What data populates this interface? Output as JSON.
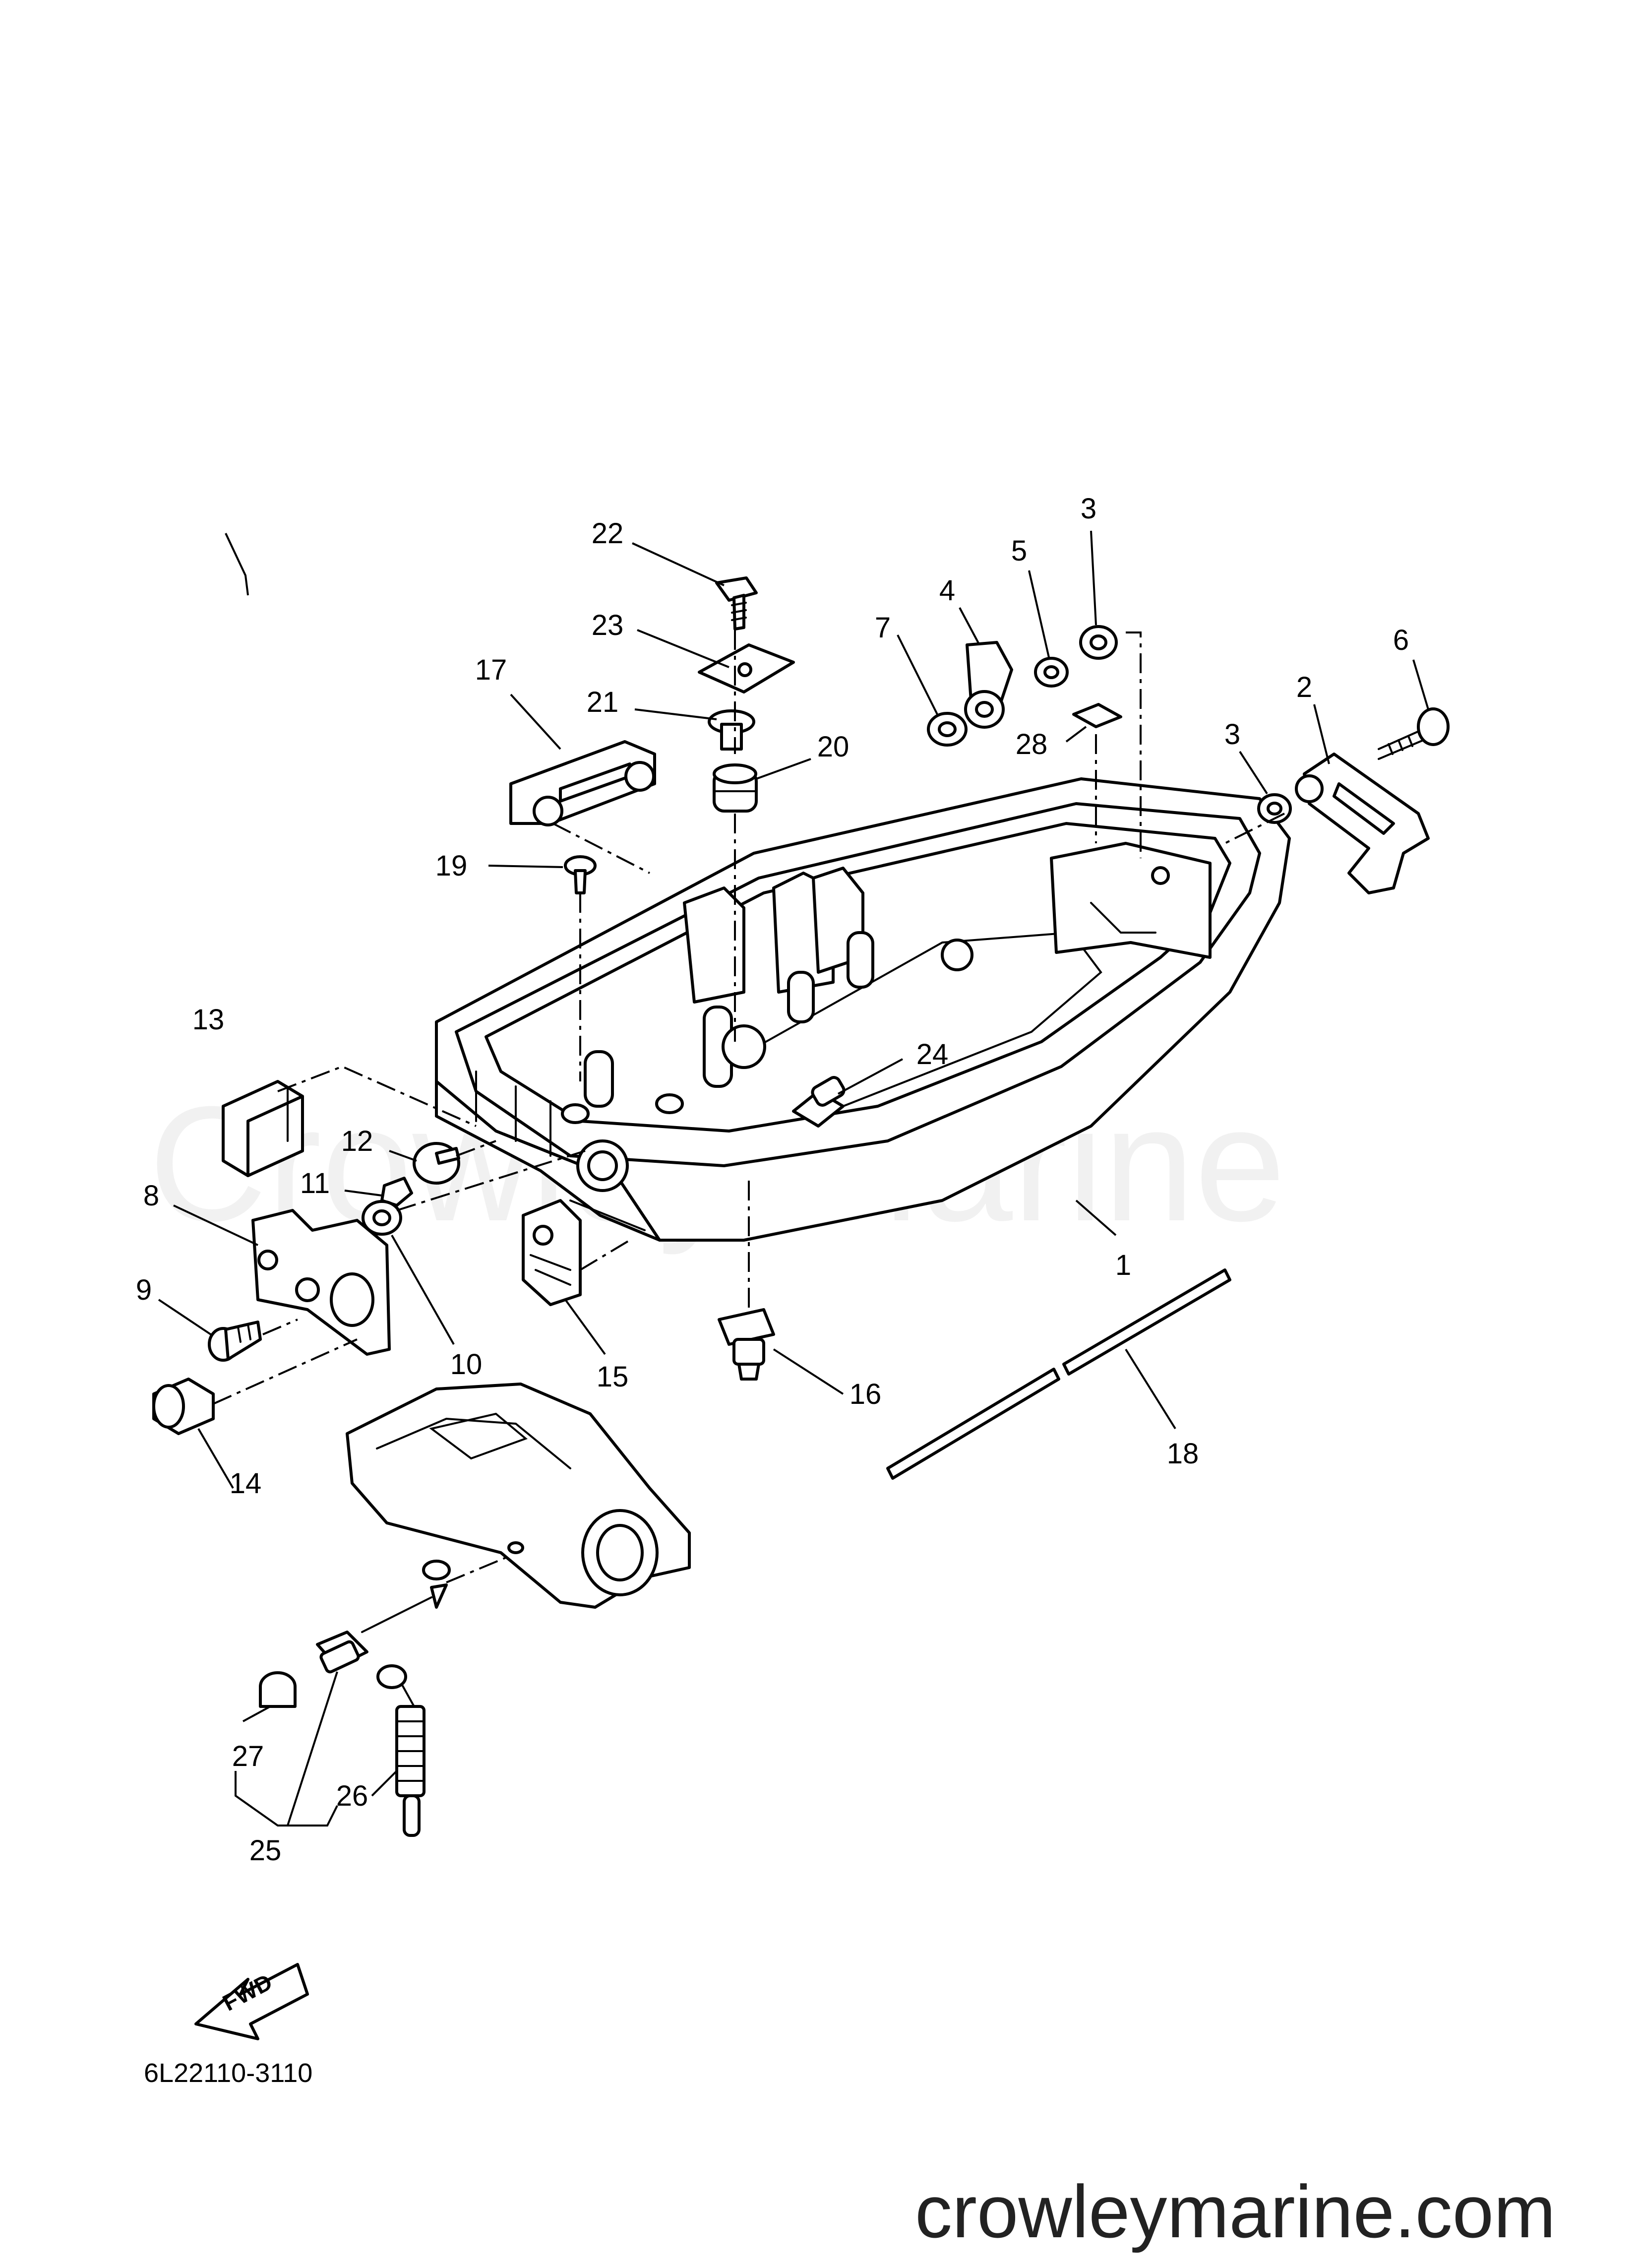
{
  "diagram": {
    "drawing_id": "6L22110-3110",
    "watermark": "Crowley Marine",
    "site_url": "crowleymarine.com",
    "fwd_label": "FWD",
    "callouts": [
      "1",
      "2",
      "3",
      "3",
      "4",
      "5",
      "6",
      "7",
      "8",
      "9",
      "10",
      "11",
      "12",
      "13",
      "14",
      "15",
      "16",
      "17",
      "18",
      "19",
      "20",
      "21",
      "22",
      "23",
      "24",
      "25",
      "26",
      "27",
      "28"
    ]
  }
}
